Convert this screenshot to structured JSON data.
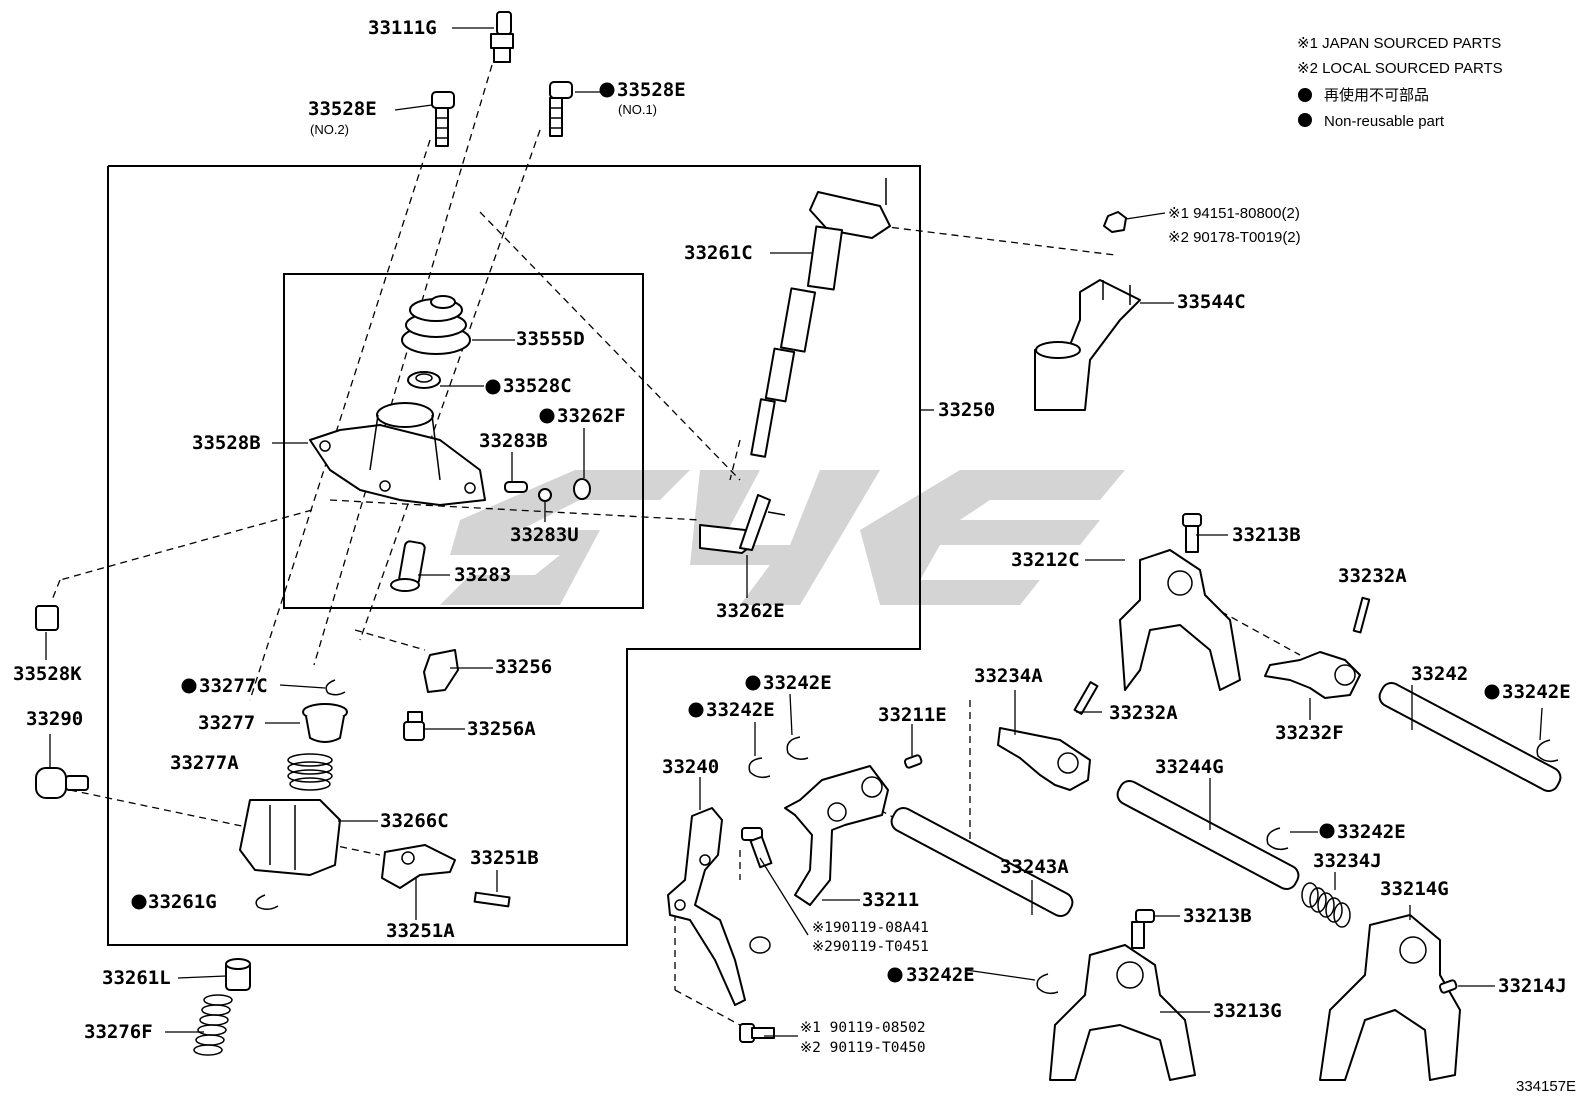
{
  "legend": {
    "line1": "※1 JAPAN SOURCED PARTS",
    "line2": "※2 LOCAL SOURCED PARTS",
    "line3": "再使用不可部品",
    "line4": "Non-reusable part"
  },
  "diagram_code": "334157E",
  "labels": {
    "p33111G": "33111G",
    "p33528E_no2": "33528E",
    "p33528E_no2_sub": "(NO.2)",
    "p33528E_no1": "33528E",
    "p33528E_no1_sub": "(NO.1)",
    "p33261C": "33261C",
    "p33555D": "33555D",
    "p33528C": "33528C",
    "p33262F": "33262F",
    "p33528B": "33528B",
    "p33283B": "33283B",
    "p33283U": "33283U",
    "p33283": "33283",
    "p33262E": "33262E",
    "p33250": "33250",
    "p33544C": "33544C",
    "ref1_94151": "※1 94151-80800(2)",
    "ref2_90178": "※2 90178-T0019(2)",
    "p33528K": "33528K",
    "p33290": "33290",
    "p33277C": "33277C",
    "p33277": "33277",
    "p33277A": "33277A",
    "p33256": "33256",
    "p33256A": "33256A",
    "p33266C": "33266C",
    "p33251B": "33251B",
    "p33261G": "33261G",
    "p33251A": "33251A",
    "p33261L": "33261L",
    "p33276F": "33276F",
    "p33242E_a": "33242E",
    "p33242E_b": "33242E",
    "p33240": "33240",
    "p33211E": "33211E",
    "p33211": "33211",
    "ref1_90119_08A41": "※190119-08A41",
    "ref2_90119_T0451": "※290119-T0451",
    "ref1_90119_08502": "※1 90119-08502",
    "ref2_90119_T0450": "※2 90119-T0450",
    "p33234A": "33234A",
    "p33232A_mid": "33232A",
    "p33244G": "33244G",
    "p33243A": "33243A",
    "p33242E_c": "33242E",
    "p33242E_d": "33242E",
    "p33234J": "33234J",
    "p33213B_top": "33213B",
    "p33212C": "33212C",
    "p33232A_top": "33232A",
    "p33242": "33242",
    "p33242E_e": "33242E",
    "p33232F": "33232F",
    "p33213B_low": "33213B",
    "p33213G": "33213G",
    "p33214G": "33214G",
    "p33214J": "33214J"
  }
}
